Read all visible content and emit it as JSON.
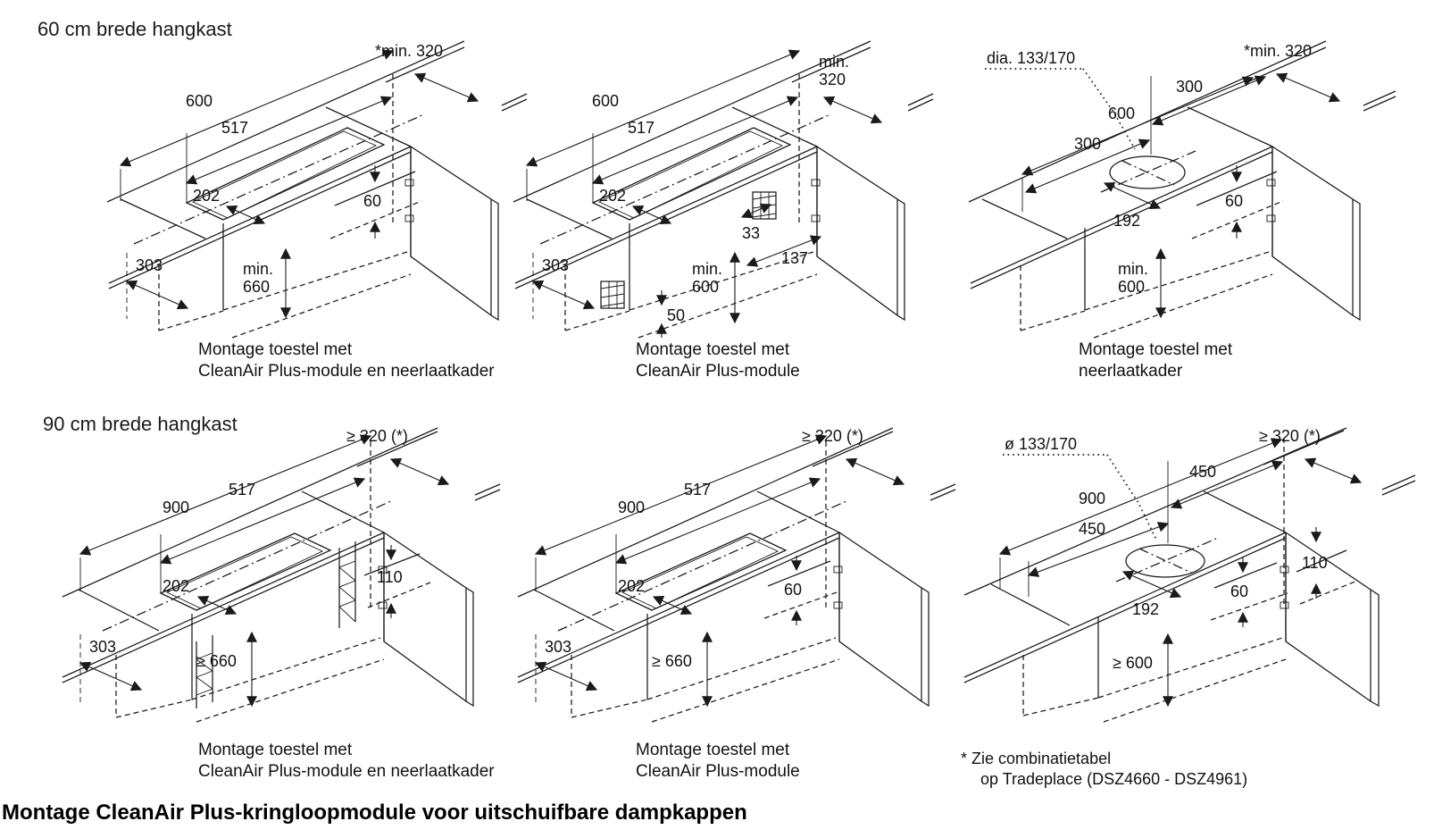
{
  "titles": {
    "row1": "60 cm brede hangkast",
    "row2": "90 cm brede hangkast"
  },
  "footer": "Montage CleanAir Plus-kringloopmodule voor uitschuifbare dampkappen",
  "footnote": {
    "l1": "* Zie combinatietabel",
    "l2": "op Tradeplace (DSZ4660 - DSZ4961)"
  },
  "captions": {
    "c1a": "Montage toestel met",
    "c1b": "CleanAir Plus-module en neerlaatkader",
    "c2a": "Montage toestel met",
    "c2b": "CleanAir Plus-module",
    "c3a": "Montage toestel met",
    "c3b": "neerlaatkader",
    "c4a": "Montage toestel met",
    "c4b": "CleanAir Plus-module en neerlaatkader",
    "c5a": "Montage toestel met",
    "c5b": "CleanAir Plus-module"
  },
  "d1": {
    "width": "600",
    "inner": "517",
    "gap": "*min. 320",
    "cut": "202",
    "depth": "303",
    "h1": "min.",
    "h2": "660",
    "clr": "60"
  },
  "d2": {
    "width": "600",
    "inner": "517",
    "gap1": "min.",
    "gap2": "320",
    "cut": "202",
    "depth": "303",
    "off": "33",
    "dist": "137",
    "h1": "min.",
    "h2": "600",
    "bot": "50"
  },
  "d3": {
    "dia": "dia. 133/170",
    "width": "600",
    "half1": "300",
    "half2": "300",
    "gap": "*min. 320",
    "hole": "192",
    "h1": "min.",
    "h2": "600",
    "clr": "60"
  },
  "d4": {
    "gap": "≥ 320 (*)",
    "width": "900",
    "inner": "517",
    "cut": "202",
    "depth": "303",
    "h": "≥ 660",
    "clr": "110"
  },
  "d5": {
    "gap": "≥ 320 (*)",
    "width": "900",
    "inner": "517",
    "cut": "202",
    "depth": "303",
    "h": "≥ 660",
    "clr": "60"
  },
  "d6": {
    "dia": "ø 133/170",
    "gap": "≥ 320 (*)",
    "width": "900",
    "half1": "450",
    "half2": "450",
    "hole": "192",
    "h": "≥ 600",
    "clr": "60",
    "clr2": "110"
  }
}
